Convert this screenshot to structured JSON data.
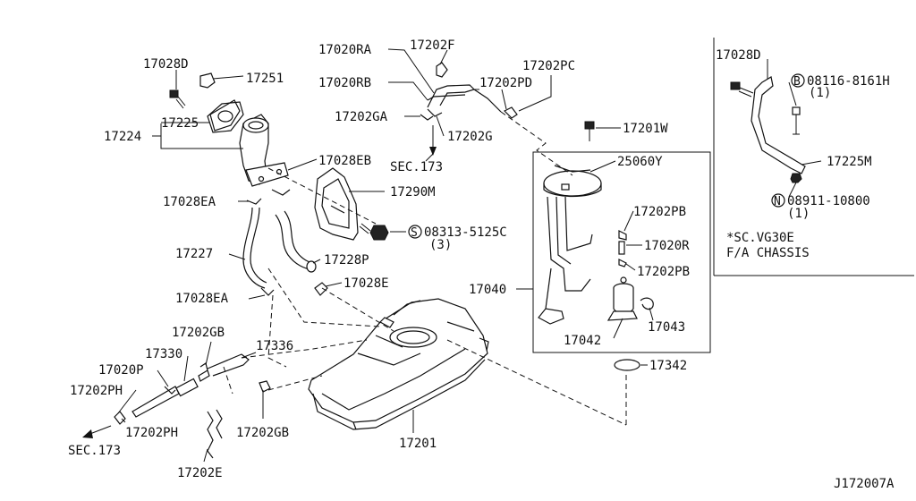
{
  "labels": {
    "p17028D_a": "17028D",
    "p17251": "17251",
    "p17225": "17225",
    "p17224": "17224",
    "p17028EB": "17028EB",
    "p17290M": "17290M",
    "p17028EA_a": "17028EA",
    "p08313": "08313-5125C",
    "p08313_qty": "(3)",
    "p17227": "17227",
    "p17228P": "17228P",
    "p17028EA_b": "17028EA",
    "p17028E": "17028E",
    "p17020RA": "17020RA",
    "p17202F": "17202F",
    "p17020RB": "17020RB",
    "p17202PC": "17202PC",
    "p17202PD": "17202PD",
    "p17202GA": "17202GA",
    "p17202G": "17202G",
    "sec173_top": "SEC.173",
    "p17201W": "17201W",
    "p25060Y": "25060Y",
    "p17202PB_a": "17202PB",
    "p17020R": "17020R",
    "p17202PB_b": "17202PB",
    "p17040": "17040",
    "p17043": "17043",
    "p17042": "17042",
    "p17342": "17342",
    "p17202GB_a": "17202GB",
    "p17336": "17336",
    "p17330": "17330",
    "p17020P": "17020P",
    "p17202PH_a": "17202PH",
    "p17202PH_b": "17202PH",
    "p17202GB_b": "17202GB",
    "sec173_bottom": "SEC.173",
    "p17202E": "17202E",
    "p17201": "17201",
    "p17028D_b": "17028D",
    "p08116": "08116-8161H",
    "p08116_qty": "(1)",
    "p08116_prefix": "B",
    "p17225M": "17225M",
    "p08911": "08911-10800",
    "p08911_qty": "(1)",
    "p08911_prefix": "N",
    "note_sc": "*SC.VG30E",
    "note_chassis": "F/A CHASSIS",
    "drawing_id": "J172007A"
  }
}
